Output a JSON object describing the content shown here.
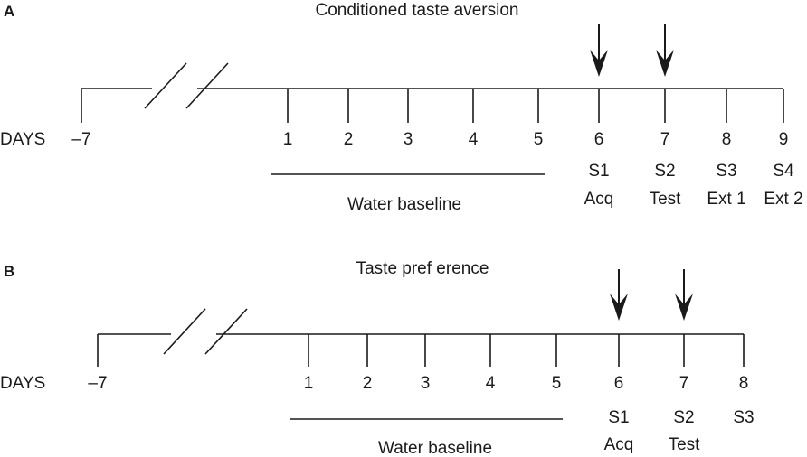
{
  "panels": [
    {
      "letter": "A",
      "title": "Conditioned  taste aversion",
      "days_label": "DAYS",
      "first_day": "–7",
      "days": [
        "1",
        "2",
        "3",
        "4",
        "5",
        "6",
        "7",
        "8",
        "9"
      ],
      "baseline_label": "Water baseline",
      "sessions": [
        {
          "day": "6",
          "session": "S1",
          "phase": "Acq",
          "arrow": true
        },
        {
          "day": "7",
          "session": "S2",
          "phase": "Test",
          "arrow": true
        },
        {
          "day": "8",
          "session": "S3",
          "phase": "Ext 1",
          "arrow": false
        },
        {
          "day": "9",
          "session": "S4",
          "phase": "Ext 2",
          "arrow": false
        }
      ]
    },
    {
      "letter": "B",
      "title": "Taste pref erence",
      "days_label": "DAYS",
      "first_day": "–7",
      "days": [
        "1",
        "2",
        "3",
        "4",
        "5",
        "6",
        "7",
        "8"
      ],
      "baseline_label": "Water baseline",
      "sessions": [
        {
          "day": "6",
          "session": "S1",
          "phase": "Acq",
          "arrow": true
        },
        {
          "day": "7",
          "session": "S2",
          "phase": "Test",
          "arrow": true
        },
        {
          "day": "8",
          "session": "S3",
          "phase": "",
          "arrow": false
        }
      ]
    }
  ]
}
